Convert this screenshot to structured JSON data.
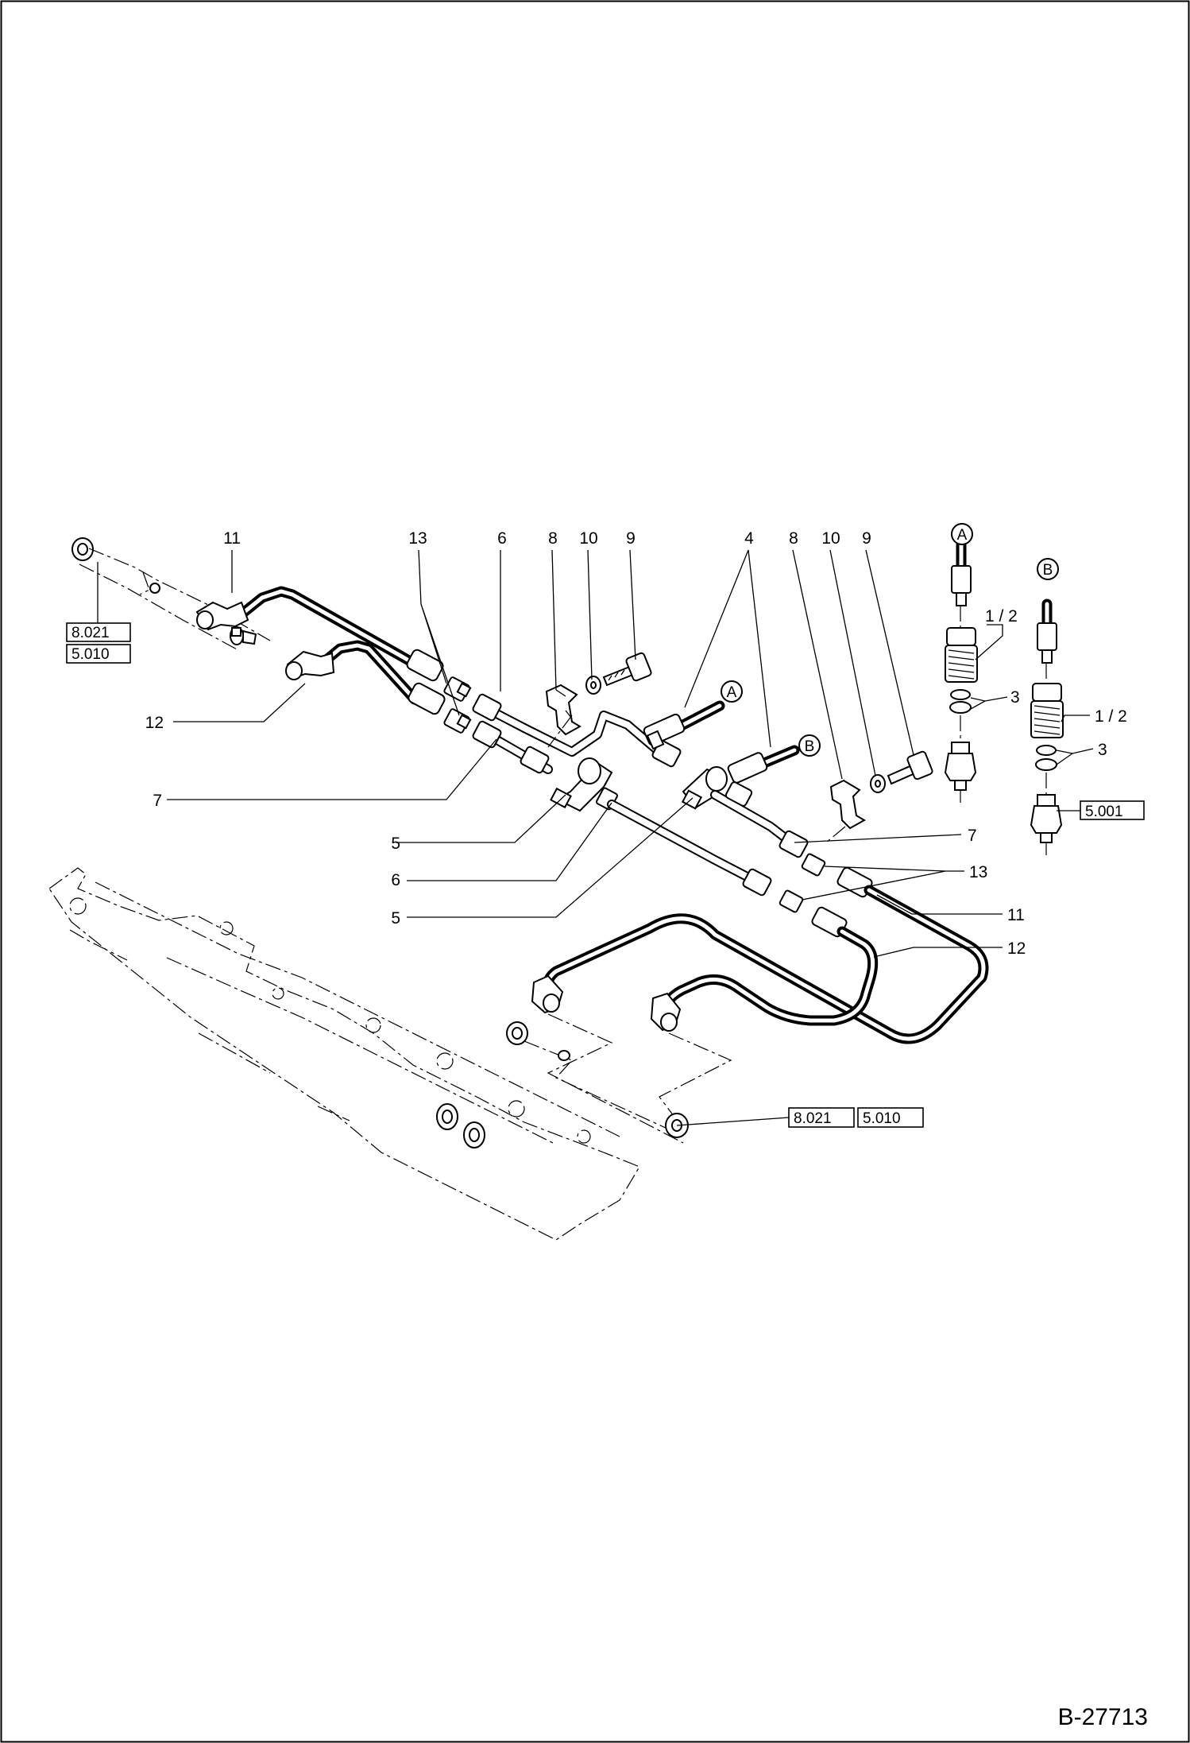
{
  "document": {
    "number": "B-27713"
  },
  "callouts": {
    "c11_top": "11",
    "c13_top": "13",
    "c6_top": "6",
    "c8_left": "8",
    "c10_left": "10",
    "c9_left": "9",
    "c4_top": "4",
    "c8_right": "8",
    "c10_right": "10",
    "c9_right": "9",
    "c12_left": "12",
    "c7_left": "7",
    "c5_a": "5",
    "c6_mid": "6",
    "c5_b": "5",
    "c7_right": "7",
    "c13_right": "13",
    "c11_right": "11",
    "c12_right": "12",
    "c12_a": "1 / 2",
    "c3_a": "3",
    "c12_b": "1 / 2",
    "c3_b": "3"
  },
  "markers": {
    "a_top": "A",
    "b_top": "B",
    "a_mid": "A",
    "b_mid": "B"
  },
  "references": {
    "ref_8021_left": "8.021",
    "ref_5010_left": "5.010",
    "ref_5001": "5.001",
    "ref_8021_bottom": "8.021",
    "ref_5010_bottom": "5.010"
  }
}
